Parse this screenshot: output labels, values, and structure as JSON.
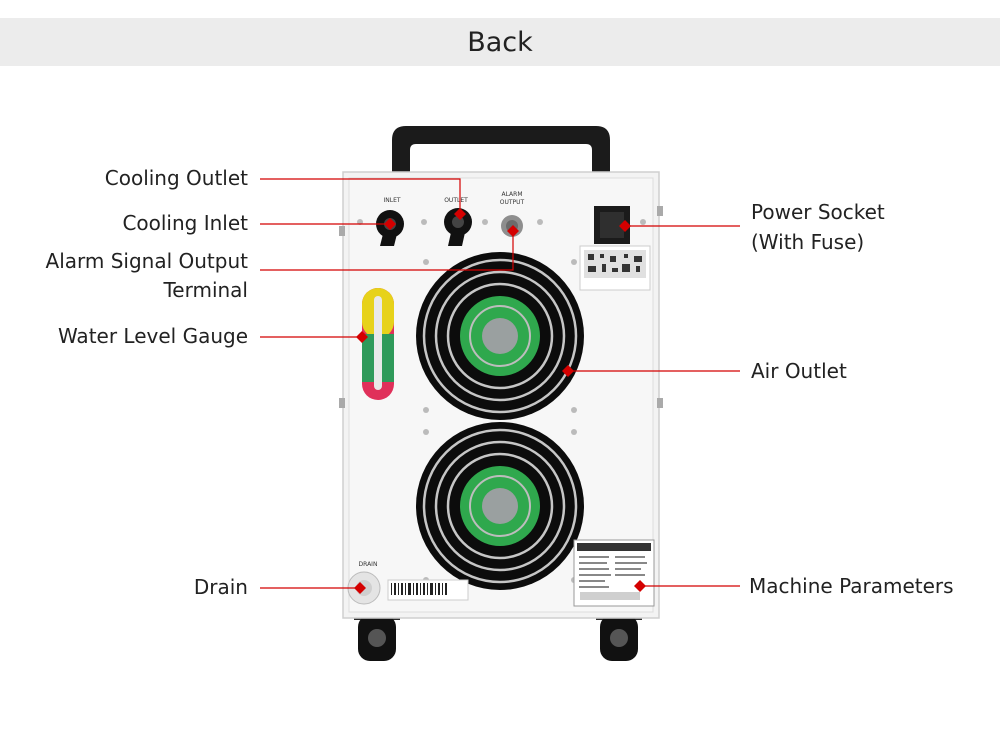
{
  "header": {
    "title": "Back"
  },
  "callouts": {
    "cooling_outlet": "Cooling Outlet",
    "cooling_inlet": "Cooling Inlet",
    "alarm_line1": "Alarm Signal Output",
    "alarm_line2": "Terminal",
    "water_level": "Water Level Gauge",
    "drain": "Drain",
    "power_line1": "Power Socket",
    "power_line2": "(With Fuse)",
    "air_outlet": "Air Outlet",
    "machine_params": "Machine Parameters"
  },
  "panel_labels": {
    "inlet": "INLET",
    "outlet": "OUTLET",
    "alarm1": "ALARM",
    "alarm2": "OUTPUT",
    "drain": "DRAIN"
  },
  "colors": {
    "pointer": "#d40000",
    "header_bg": "#ececec"
  }
}
